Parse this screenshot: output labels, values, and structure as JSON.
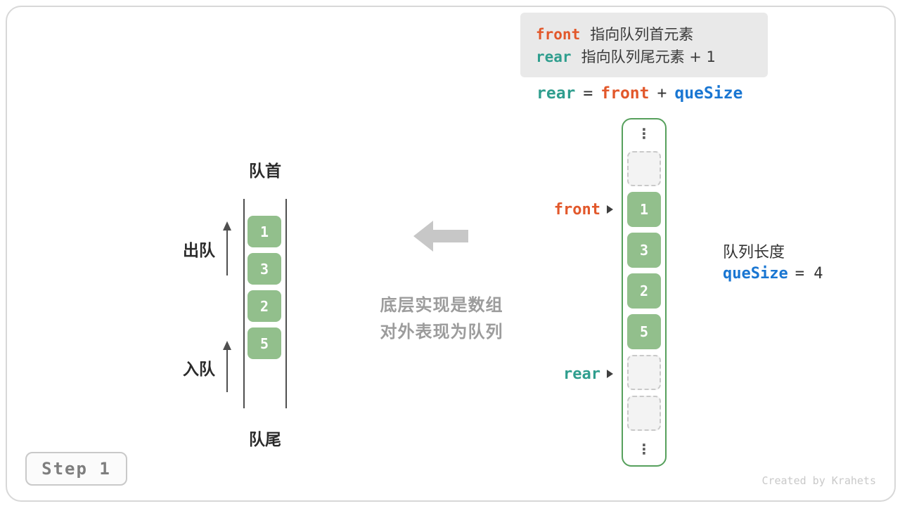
{
  "colors": {
    "front": "#e2582b",
    "rear": "#2f9e8e",
    "quesize": "#1976d2",
    "cell_green": "#92bf8c",
    "array_border": "#56a05c"
  },
  "legend": {
    "front_code": "front",
    "front_text": "指向队列首元素",
    "rear_code": "rear",
    "rear_text": "指向队列尾元素 + 1"
  },
  "formula": {
    "rear": "rear",
    "eq": "=",
    "front": "front",
    "plus": "+",
    "quesize": "queSize"
  },
  "left_queue": {
    "top_label": "队首",
    "bottom_label": "队尾",
    "dequeue_label": "出队",
    "enqueue_label": "入队",
    "values": [
      "1",
      "3",
      "2",
      "5"
    ]
  },
  "middle": {
    "caption_line1": "底层实现是数组",
    "caption_line2": "对外表现为队列"
  },
  "array": {
    "ellipsis": "⋮",
    "front_label": "front",
    "rear_label": "rear",
    "values": [
      "1",
      "3",
      "2",
      "5"
    ]
  },
  "info": {
    "label": "队列长度",
    "code": "queSize",
    "value": "= 4"
  },
  "step": {
    "label": "Step 1"
  },
  "credit": {
    "text": "Created by Krahets"
  }
}
